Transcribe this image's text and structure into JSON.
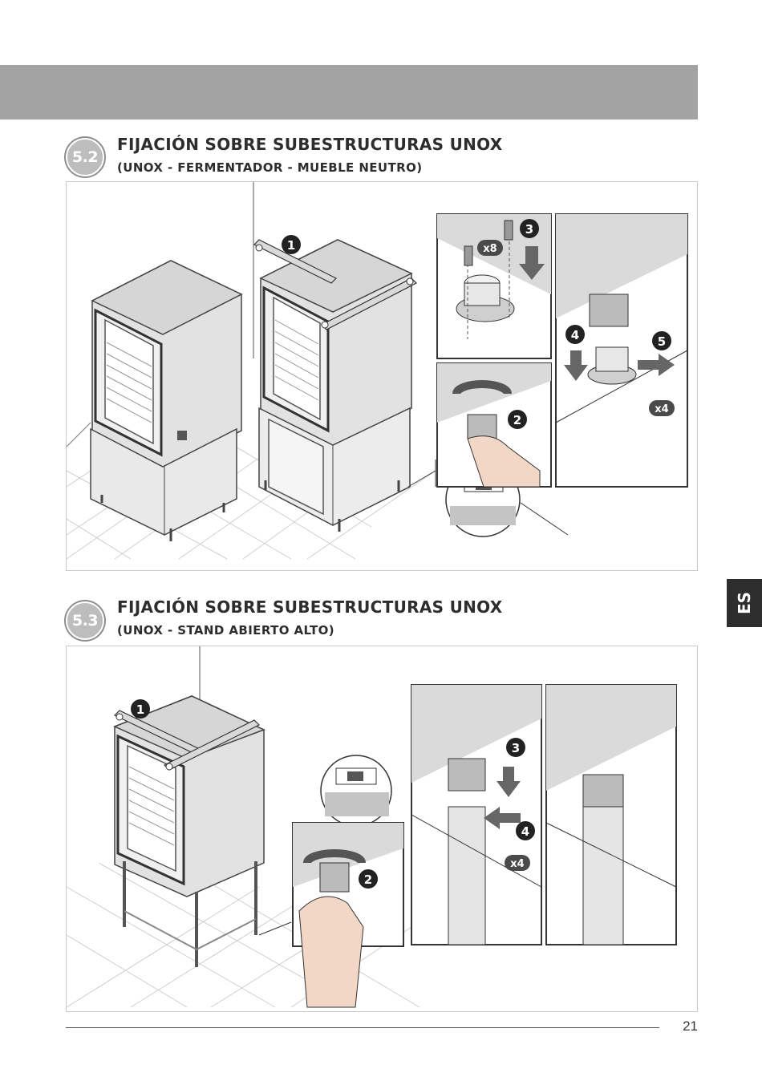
{
  "header": {
    "band_color": "#a3a3a3"
  },
  "sections": [
    {
      "number": "5.2",
      "title": "FIJACIÓN SOBRE SUBESTRUCTURAS UNOX",
      "subtitle": "(UNOX - FERMENTADOR - MUEBLE NEUTRO)",
      "steps": [
        "1",
        "2",
        "3",
        "4",
        "5"
      ],
      "quantities": [
        "x8",
        "x4"
      ]
    },
    {
      "number": "5.3",
      "title": "FIJACIÓN SOBRE SUBESTRUCTURAS UNOX",
      "subtitle": "(UNOX - STAND ABIERTO ALTO)",
      "steps": [
        "1",
        "2",
        "3",
        "4"
      ],
      "quantities": [
        "x4"
      ]
    }
  ],
  "language_tab": "ES",
  "footer": {
    "page_number": "21"
  },
  "icons": [
    "oven-illustration",
    "bracket-illustration",
    "screw-icon",
    "rotate-arrow-icon",
    "down-arrow-icon",
    "right-arrow-icon",
    "hand-illustration",
    "zoom-circle"
  ]
}
